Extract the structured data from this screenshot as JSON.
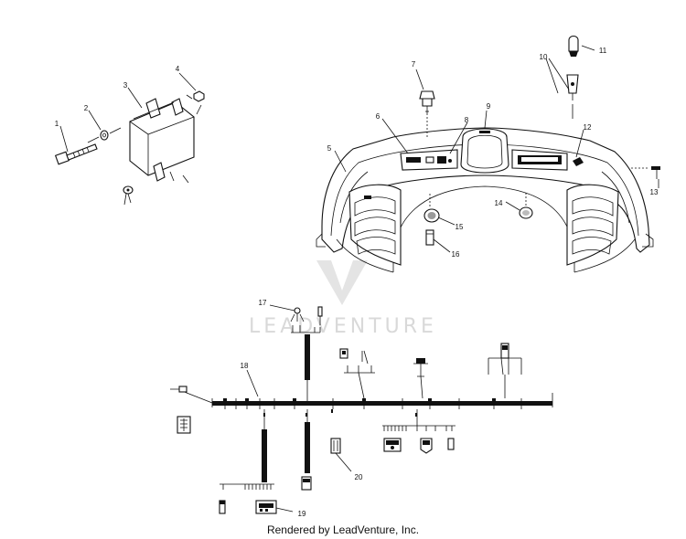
{
  "callouts": [
    "1",
    "2",
    "3",
    "4",
    "5",
    "6",
    "7",
    "8",
    "9",
    "10",
    "11",
    "12",
    "13",
    "14",
    "15",
    "16",
    "17",
    "18",
    "19",
    "20"
  ],
  "watermark": {
    "text": "LEADVENTURE"
  },
  "footer": {
    "text": "Rendered by LeadVenture, Inc."
  }
}
